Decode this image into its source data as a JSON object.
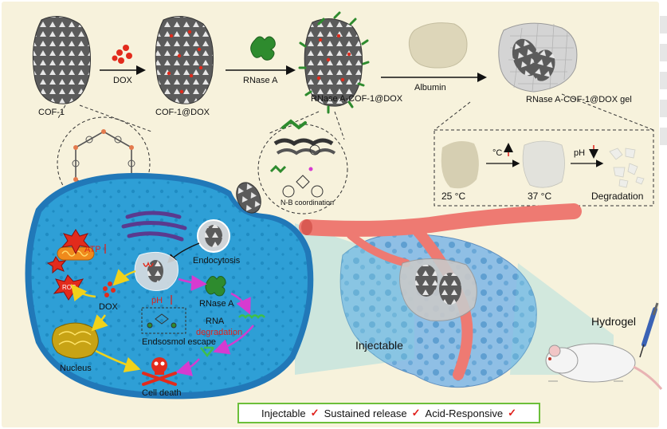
{
  "colors": {
    "background": "#f7f2dc",
    "cell": "#2e9fd6",
    "vessel": "#ee7a72",
    "tissue": "#8fbfe5",
    "footer_border": "#6cbf3a",
    "check": "#e0201b",
    "arrow_yellow": "#f1d21a",
    "arrow_magenta": "#d63bd0",
    "arrow_green": "#3fa43a"
  },
  "synthesis": {
    "cof1": "COF-1",
    "dox": "DOX",
    "cof1_dox": "COF-1@DOX",
    "rnase": "RNase A",
    "rnase_cof1_dox": "RNase A-COF-1@DOX",
    "albumin": "Albumin",
    "gel": "RNase A-COF-1@DOX gel",
    "nb_coordination": "N-B coordination"
  },
  "gel_transition": {
    "temp_label": "°C",
    "ph_label": "pH",
    "t25": "25 °C",
    "t37": "37 °C",
    "degradation": "Degradation"
  },
  "cell": {
    "endocytosis": "Endocytosis",
    "atp": "ATP",
    "ros": "ROS",
    "dox": "DOX",
    "ph": "pH",
    "rnase": "RNase A",
    "rna": "RNA",
    "rna_degradation": "degradation",
    "endosome_escape": "Endsosmol escape",
    "nucleus": "Nucleus",
    "cell_death": "Cell death"
  },
  "tissue": {
    "injectable": "Injectable",
    "hydrogel": "Hydrogel"
  },
  "footer": {
    "item1": "Injectable",
    "item2": "Sustained release",
    "item3": "Acid-Responsive"
  }
}
